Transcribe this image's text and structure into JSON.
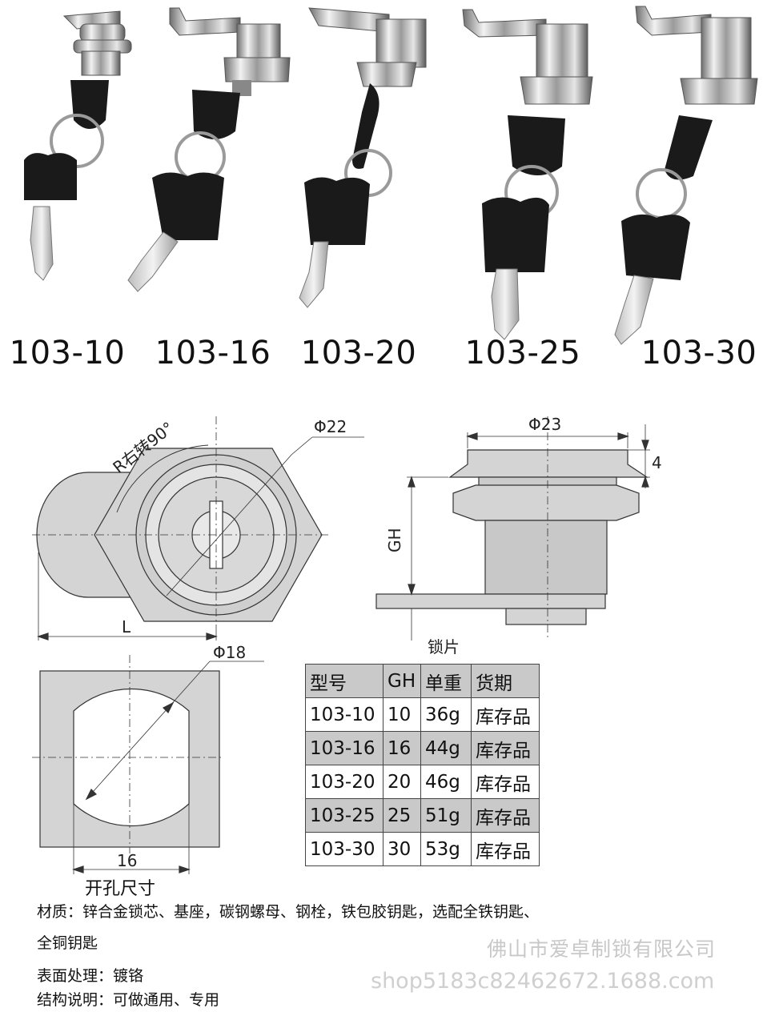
{
  "models": [
    {
      "label": "103-10"
    },
    {
      "label": "103-16"
    },
    {
      "label": "103-20"
    },
    {
      "label": "103-25"
    },
    {
      "label": "103-30"
    }
  ],
  "drawing": {
    "rotation": "R右转90°",
    "dia22": "Φ22",
    "dia23": "Φ23",
    "dia18": "Φ18",
    "length": "L",
    "gh": "GH",
    "four": "4",
    "plate": "锁片",
    "sixteen": "16",
    "cutout_caption": "开孔尺寸"
  },
  "table": {
    "headers": [
      "型号",
      "GH",
      "单重",
      "货期"
    ],
    "rows": [
      [
        "103-10",
        "10",
        "36g",
        "库存品"
      ],
      [
        "103-16",
        "16",
        "44g",
        "库存品"
      ],
      [
        "103-20",
        "20",
        "46g",
        "库存品"
      ],
      [
        "103-25",
        "25",
        "51g",
        "库存品"
      ],
      [
        "103-30",
        "30",
        "53g",
        "库存品"
      ]
    ]
  },
  "notes": {
    "material_line1": "材质：锌合金锁芯、基座，碳钢螺母、钢栓，铁包胶钥匙，选配全铁钥匙、",
    "material_line2": "全铜钥匙",
    "surface": "表面处理：镀铬",
    "structure": "结构说明：可做通用、专用"
  },
  "watermark": {
    "company": "佛山市爱卓制锁有限公司",
    "url": "shop5183c82462672.1688.com"
  },
  "colors": {
    "metal": "#c9c9c9",
    "key_black": "#1a1a1a",
    "table_shade": "#c9c9c9",
    "watermark": "#c8c8c8"
  }
}
